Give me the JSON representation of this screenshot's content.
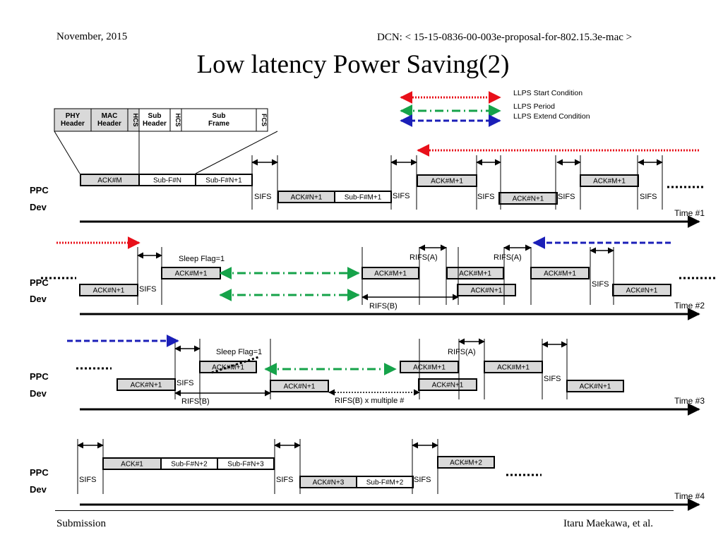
{
  "header": {
    "date": "November, 2015",
    "dcn": "DCN: < 15-15-0836-00-003e-proposal-for-802.15.3e-mac >"
  },
  "title": "Low latency Power Saving(2)",
  "footer": {
    "left": "Submission",
    "right": "Itaru Maekawa, et al."
  },
  "legend": [
    {
      "label": "LLPS Start Condition",
      "color": "#e8101a",
      "style": "dotted"
    },
    {
      "label": "LLPS Period",
      "color": "#16a34a",
      "style": "dashdot"
    },
    {
      "label": "LLPS Extend Condition",
      "color": "#1b1fb8",
      "style": "dashed"
    }
  ],
  "frame_format": [
    "PHY Header",
    "MAC Header",
    "HCS",
    "Sub Header",
    "HCS",
    "Sub Frame",
    "FCS"
  ],
  "labels": {
    "ppc": "PPC",
    "dev": "Dev",
    "sifs": "SIFS",
    "rifs_a": "RIFS(A)",
    "rifs_b": "RIFS(B)",
    "rifs_b_multiple": "RIFS(B) x multiple #",
    "sleep_flag": "Sleep Flag=1",
    "ellipsis": "......."
  },
  "frames": {
    "ack_m": "ACK#M",
    "ack_m1": "ACK#M+1",
    "ack_m2": "ACK#M+2",
    "ack_n1": "ACK#N+1",
    "ack_n3": "ACK#N+3",
    "ack_1": "ACK#1",
    "sub_fn": "Sub-F#N",
    "sub_fn1": "Sub-F#N+1",
    "sub_fm1": "Sub-F#M+1",
    "sub_fn2": "Sub-F#N+2",
    "sub_fn3": "Sub-F#N+3",
    "sub_fm2": "Sub-F#M+2"
  },
  "timelines": [
    "Time #1",
    "Time #2",
    "Time #3",
    "Time #4"
  ]
}
